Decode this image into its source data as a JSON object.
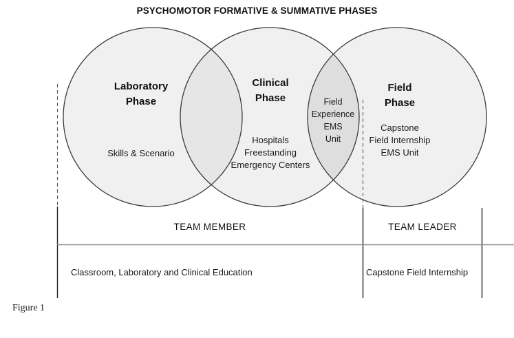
{
  "figure": {
    "title": "PSYCHOMOTOR FORMATIVE & SUMMATIVE PHASES",
    "caption": "Figure 1"
  },
  "colors": {
    "circle_fill": "#f0f0f0",
    "circle_stroke": "#3a3a3a",
    "overlap_fill": "#e4e4e4",
    "lens_fill": "#dcdcdc",
    "divider": "#8c8c8c",
    "frame": "#222222",
    "text": "#1a1a1a"
  },
  "circles": [
    {
      "id": "laboratory",
      "title_line1": "Laboratory",
      "title_line2": "Phase",
      "body": [
        "Skills & Scenario"
      ]
    },
    {
      "id": "clinical",
      "title_line1": "Clinical",
      "title_line2": "Phase",
      "body": [
        "Hospitals",
        "Freestanding",
        "Emergency Centers"
      ]
    },
    {
      "id": "field",
      "title_line1": "Field",
      "title_line2": "Phase",
      "body": [
        "Capstone",
        "Field Internship",
        "EMS Unit"
      ]
    }
  ],
  "overlap": {
    "id": "field-experience-lens",
    "lines": [
      "Field",
      "Experience",
      "EMS",
      "Unit"
    ]
  },
  "role_band": {
    "team_member": "TEAM MEMBER",
    "team_leader": "TEAM LEADER"
  },
  "education_band": {
    "left": "Classroom, Laboratory and Clinical Education",
    "right": "Capstone Field Internship"
  }
}
